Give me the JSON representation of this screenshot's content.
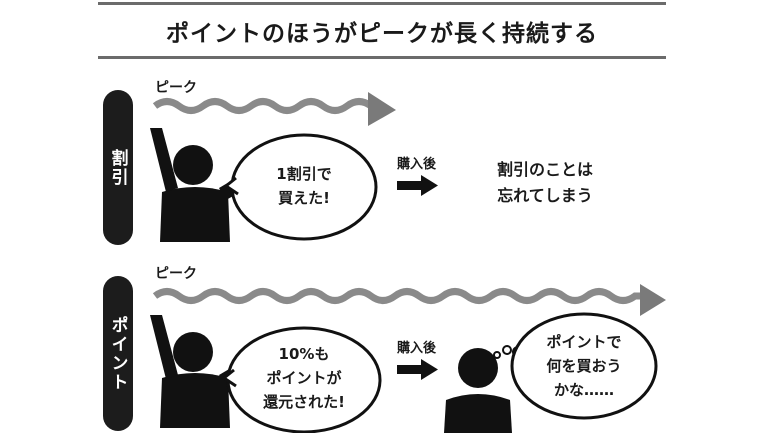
{
  "title": "ポイントのほうがピークが長く持続する",
  "rows": [
    {
      "tab": "割引",
      "peak_label": "ピーク",
      "bubble": [
        "1割引で",
        "買えた!"
      ],
      "after_label": "購入後",
      "result": [
        "割引のことは",
        "忘れてしまう"
      ]
    },
    {
      "tab": "ポイント",
      "peak_label": "ピーク",
      "bubble": [
        "10%も",
        "ポイントが",
        "還元された!"
      ],
      "after_label": "購入後",
      "thought": [
        "ポイントで",
        "何を買おう",
        "かな……"
      ]
    }
  ]
}
